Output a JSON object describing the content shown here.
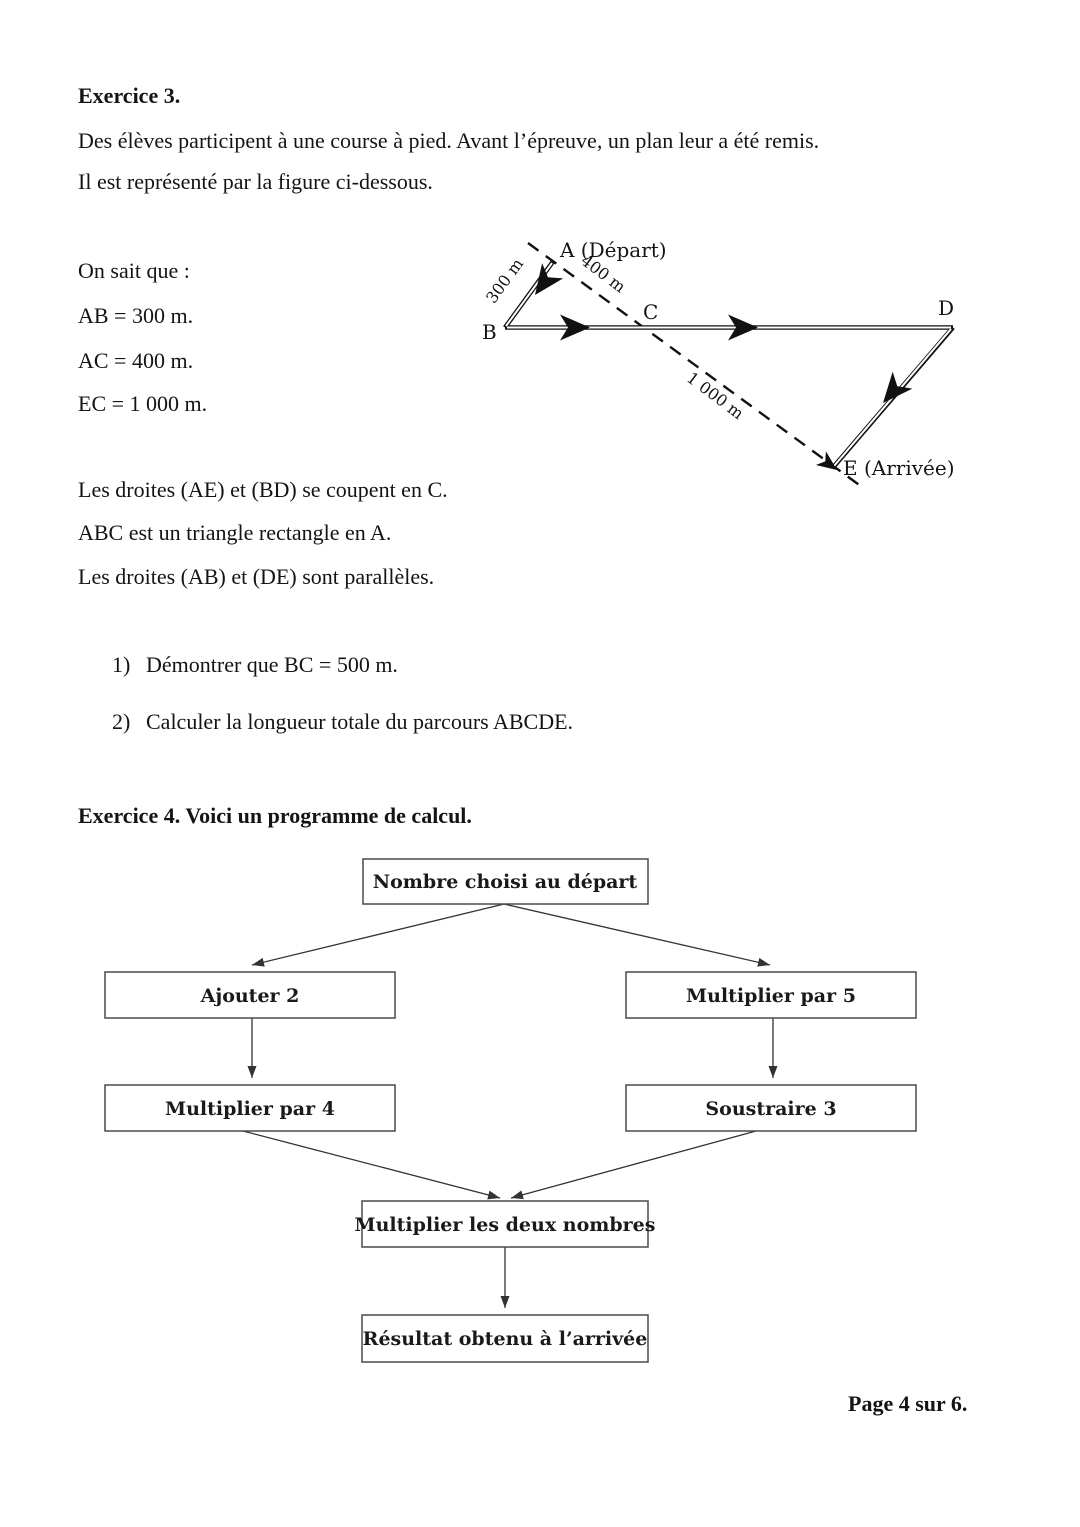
{
  "colors": {
    "ink": "#111111",
    "box_border": "#4a4a4a"
  },
  "exercise3": {
    "title": "Exercice 3.",
    "intro": {
      "line1": "Des élèves participent à une course à pied. Avant l’épreuve, un plan leur a été remis.",
      "line2": "Il est représenté par la figure ci-dessous."
    },
    "givens": [
      "On sait que :",
      "AB = 300 m.",
      "AC = 400 m.",
      "EC = 1 000 m."
    ],
    "properties": [
      "Les droites (AE) et (BD) se coupent en C.",
      "ABC est un triangle rectangle en A.",
      "Les droites (AB) et (DE) sont parallèles."
    ],
    "questions": [
      {
        "num": "1)",
        "text": "Démontrer que BC = 500 m."
      },
      {
        "num": "2)",
        "text": "Calculer la longueur totale du parcours ABCDE."
      }
    ],
    "figure": {
      "point_a": "A (Départ)",
      "point_b": "B",
      "point_c": "C",
      "point_d": "D",
      "point_e": "E (Arrivée)",
      "dist_ab": "300 m",
      "dist_ac": "400 m",
      "dist_ce": "1 000 m"
    }
  },
  "exercise4": {
    "title": "Exercice 4. Voici un programme de calcul.",
    "flowchart": {
      "start": "Nombre choisi au départ",
      "left_step1": "Ajouter 2",
      "left_step2": "Multiplier par 4",
      "right_step1": "Multiplier par 5",
      "right_step2": "Soustraire 3",
      "merge": "Multiplier les deux nombres",
      "end": "Résultat obtenu à l’arrivée"
    }
  },
  "footer": {
    "page_label": "Page 4 sur 6."
  }
}
